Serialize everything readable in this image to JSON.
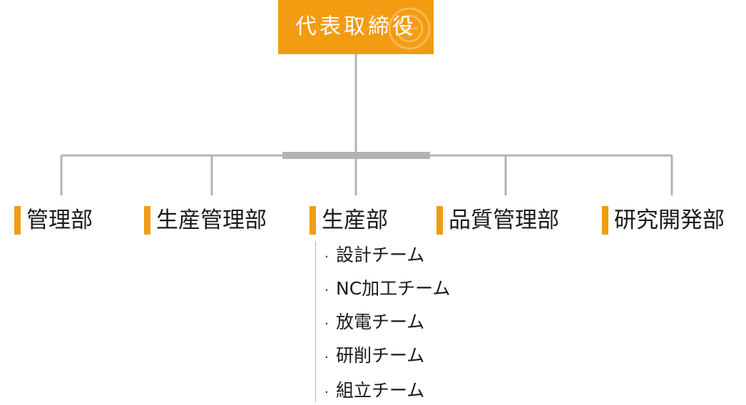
{
  "org_chart": {
    "top": {
      "label": "代表取締役"
    },
    "departments": [
      {
        "label": "管理部"
      },
      {
        "label": "生産管理部"
      },
      {
        "label": "生産部"
      },
      {
        "label": "品質管理部"
      },
      {
        "label": "研究開発部"
      }
    ],
    "production_teams": [
      {
        "bullet": "·",
        "label": "設計チーム"
      },
      {
        "bullet": "·",
        "label": "NC加工チーム"
      },
      {
        "bullet": "·",
        "label": "放電チーム"
      },
      {
        "bullet": "·",
        "label": "研削チーム"
      },
      {
        "bullet": "·",
        "label": "組立チーム"
      }
    ]
  },
  "colors": {
    "accent": "#f39c12",
    "connector": "#b3b3b3",
    "text": "#1a1a1a",
    "ceo_text": "#ffffff"
  }
}
